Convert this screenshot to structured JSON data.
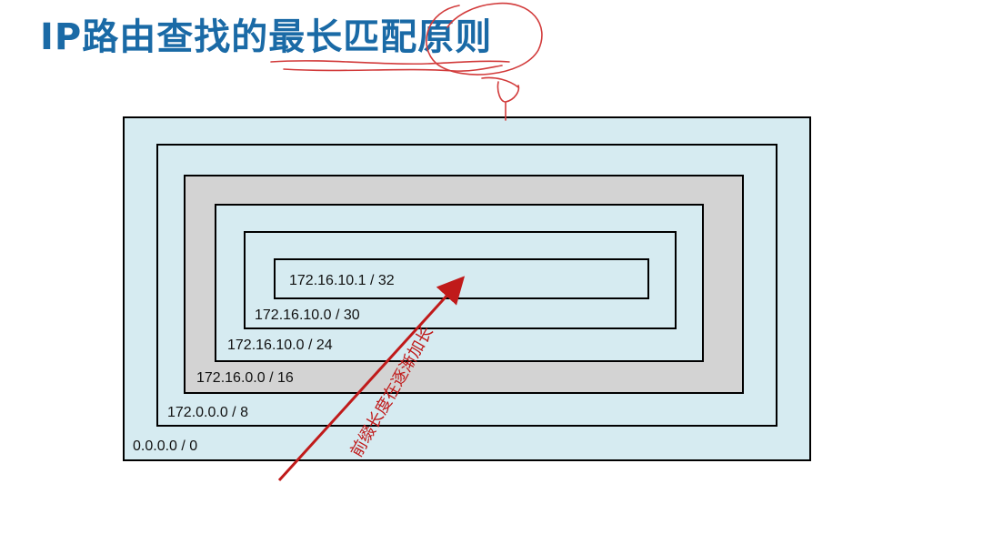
{
  "slide": {
    "title": "IP路由查找的最长匹配原则"
  },
  "diagram": {
    "prefixes": [
      {
        "label": "0.0.0.0 / 0",
        "fill": "#d6ebf1"
      },
      {
        "label": "172.0.0.0 / 8",
        "fill": "#d6ebf1"
      },
      {
        "label": "172.16.0.0 / 16",
        "fill": "#d3d3d3"
      },
      {
        "label": "172.16.10.0 / 24",
        "fill": "#d6ebf1"
      },
      {
        "label": "172.16.10.0 / 30",
        "fill": "#d6ebf1"
      },
      {
        "label": "172.16.10.1 / 32",
        "fill": "#d6ebf1"
      }
    ],
    "arrow_label": "前缀长度在逐渐加长",
    "arrow_color": "#c01a1a",
    "annotation_color": "#d23b3b"
  }
}
